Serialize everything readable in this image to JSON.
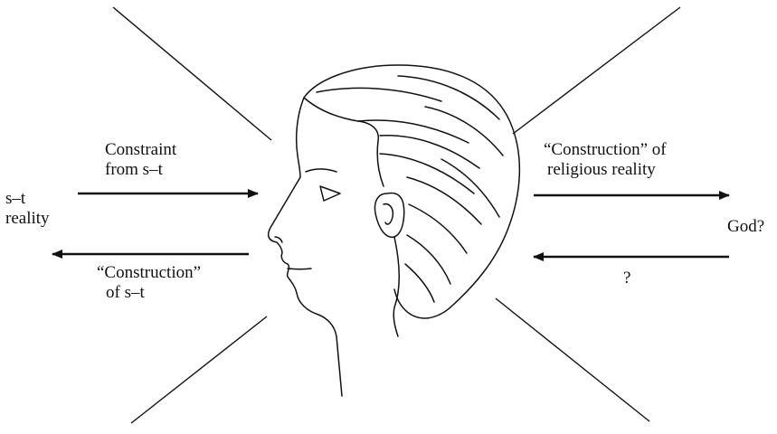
{
  "labels": {
    "left_reality": [
      "s–t",
      "reality"
    ],
    "constraint": [
      "Constraint",
      "from s–t"
    ],
    "construction_st": [
      "“Construction”",
      "of s–t"
    ],
    "construction_religious": [
      "“Construction” of",
      "religious reality"
    ],
    "god": "God?",
    "question": "?"
  },
  "colors": {
    "ink": "#111111",
    "background": "#ffffff"
  }
}
